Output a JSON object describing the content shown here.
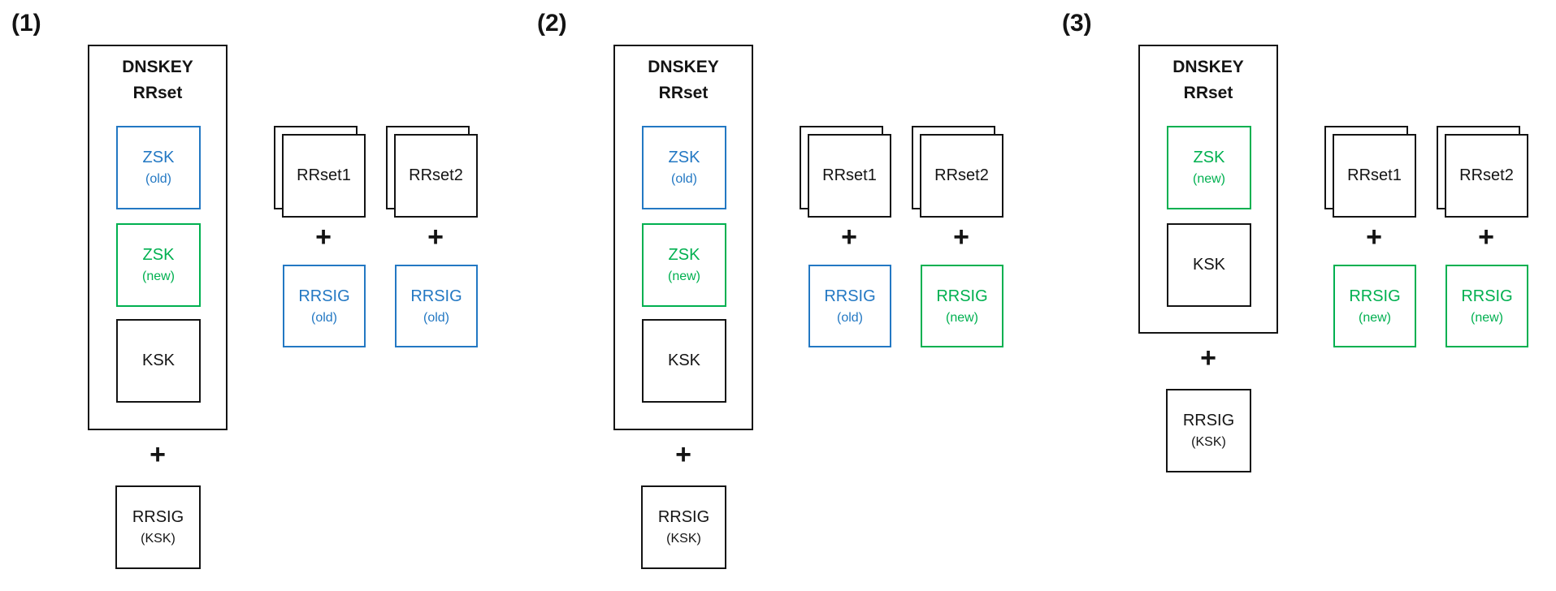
{
  "colors": {
    "blue": "#2378C3",
    "green": "#00B050",
    "ink": "#141414"
  },
  "plus": "+",
  "panels": [
    {
      "label": "(1)",
      "dnskey_box": {
        "title_line1": "DNSKEY",
        "title_line2": "RRset",
        "keys": [
          {
            "name": "ZSK",
            "qualifier": "(old)",
            "color": "blue"
          },
          {
            "name": "ZSK",
            "qualifier": "(new)",
            "color": "green"
          },
          {
            "name": "KSK",
            "color": "black"
          }
        ]
      },
      "ksk_rrsig": {
        "name": "RRSIG",
        "qualifier": "(KSK)"
      },
      "rrset_groups": [
        {
          "label": "RRset1",
          "rrsig": {
            "name": "RRSIG",
            "qualifier": "(old)",
            "color": "blue"
          }
        },
        {
          "label": "RRset2",
          "rrsig": {
            "name": "RRSIG",
            "qualifier": "(old)",
            "color": "blue"
          }
        }
      ]
    },
    {
      "label": "(2)",
      "dnskey_box": {
        "title_line1": "DNSKEY",
        "title_line2": "RRset",
        "keys": [
          {
            "name": "ZSK",
            "qualifier": "(old)",
            "color": "blue"
          },
          {
            "name": "ZSK",
            "qualifier": "(new)",
            "color": "green"
          },
          {
            "name": "KSK",
            "color": "black"
          }
        ]
      },
      "ksk_rrsig": {
        "name": "RRSIG",
        "qualifier": "(KSK)"
      },
      "rrset_groups": [
        {
          "label": "RRset1",
          "rrsig": {
            "name": "RRSIG",
            "qualifier": "(old)",
            "color": "blue"
          }
        },
        {
          "label": "RRset2",
          "rrsig": {
            "name": "RRSIG",
            "qualifier": "(new)",
            "color": "green"
          }
        }
      ]
    },
    {
      "label": "(3)",
      "dnskey_box": {
        "title_line1": "DNSKEY",
        "title_line2": "RRset",
        "keys": [
          {
            "name": "ZSK",
            "qualifier": "(new)",
            "color": "green"
          },
          {
            "name": "KSK",
            "color": "black"
          }
        ]
      },
      "ksk_rrsig": {
        "name": "RRSIG",
        "qualifier": "(KSK)"
      },
      "rrset_groups": [
        {
          "label": "RRset1",
          "rrsig": {
            "name": "RRSIG",
            "qualifier": "(new)",
            "color": "green"
          }
        },
        {
          "label": "RRset2",
          "rrsig": {
            "name": "RRSIG",
            "qualifier": "(new)",
            "color": "green"
          }
        }
      ]
    }
  ]
}
